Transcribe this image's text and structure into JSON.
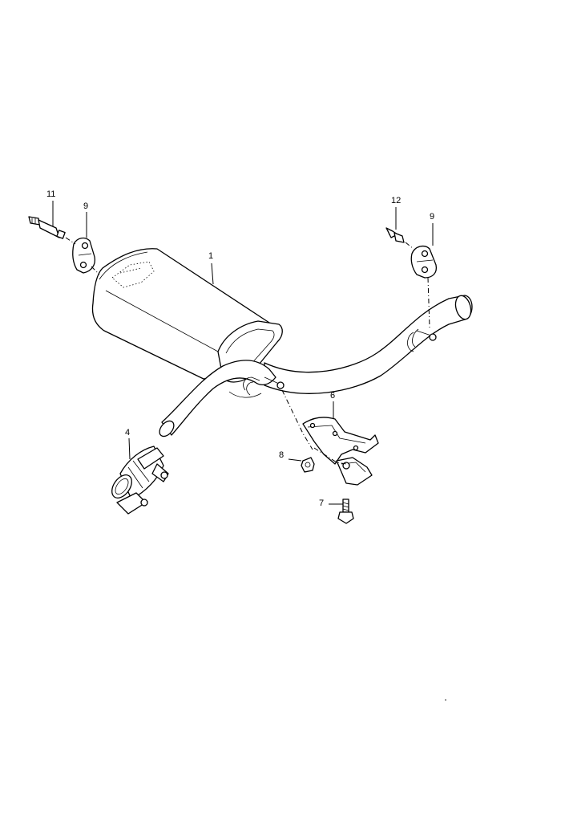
{
  "callouts": {
    "muffler": "1",
    "clamp": "4",
    "bracket": "6",
    "bolt": "7",
    "nut": "8",
    "hanger_left": "9",
    "hanger_right": "9",
    "stud_left": "11",
    "stud_right": "12"
  }
}
